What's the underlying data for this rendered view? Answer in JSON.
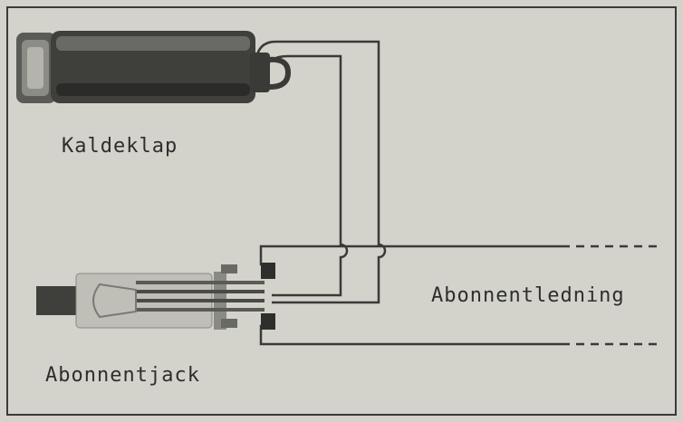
{
  "labels": {
    "kaldeklap": "Kaldeklap",
    "abonnentledning": "Abonnentledning",
    "abonnentjack": "Abonnentjack"
  },
  "colors": {
    "paper": "#d3d3cb",
    "ink": "#2e2e2e",
    "border": "#3a3a3a",
    "component_dark": "#3f3f3c",
    "component_light": "#b9b9b1"
  }
}
